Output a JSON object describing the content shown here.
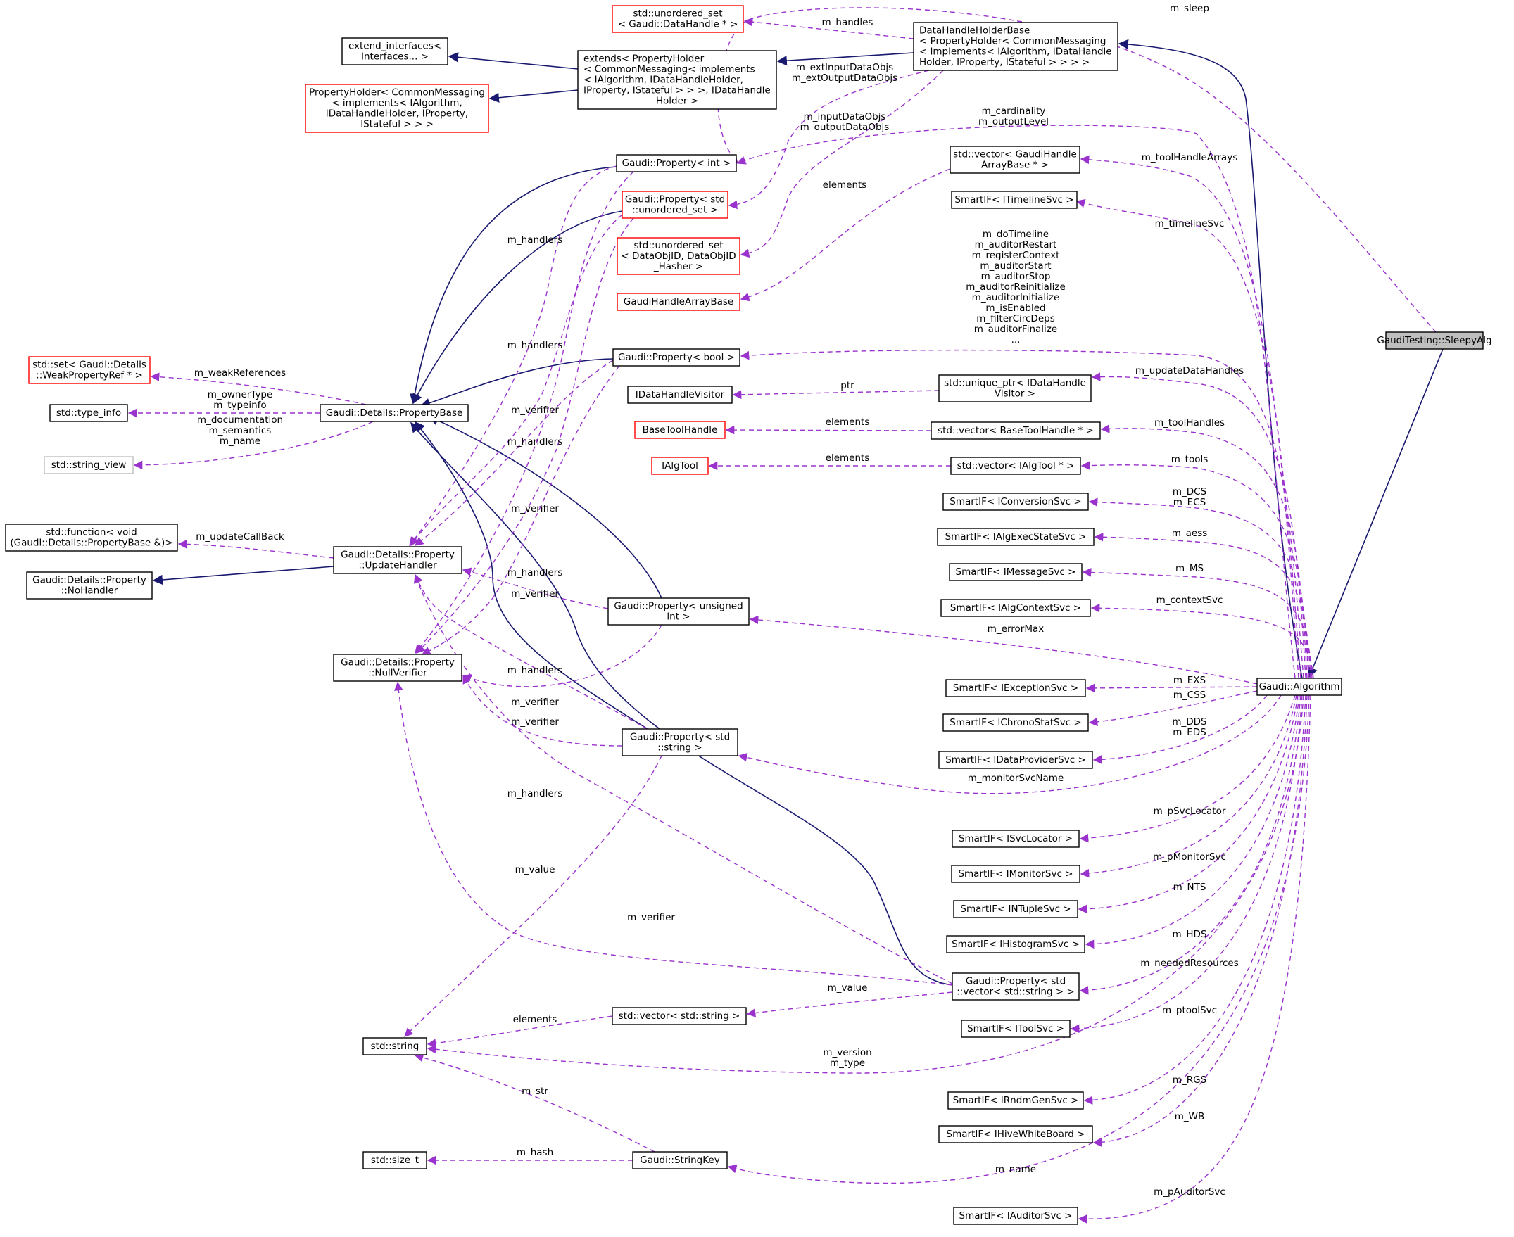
{
  "diagram": {
    "title": "",
    "colors": {
      "inheritance": "#191970",
      "usage": "#9a32cd",
      "focus_fill": "#bfbfbf",
      "incomplete_border": "#ff0000",
      "external_border": "#bfbfbf"
    },
    "nodes": {
      "sleepy": [
        "GaudiTesting::SleepyAlg"
      ],
      "algorithm": [
        "Gaudi::Algorithm"
      ],
      "dhhb": [
        "DataHandleHolderBase",
        "< PropertyHolder< CommonMessaging",
        "< implements< IAlgorithm, IDataHandle",
        "Holder, IProperty, IStateful > > > >"
      ],
      "extends": [
        "extends< PropertyHolder",
        "< CommonMessaging< implements",
        "< IAlgorithm, IDataHandleHolder,",
        "IProperty, IStateful > > >, IDataHandle",
        "Holder >"
      ],
      "ext_ifaces": [
        "extend_interfaces<",
        "Interfaces... >"
      ],
      "propholder": [
        "PropertyHolder< CommonMessaging",
        "< implements< IAlgorithm,",
        "IDataHandleHolder, IProperty,",
        "IStateful > > >"
      ],
      "uset_dh": [
        "std::unordered_set",
        "< Gaudi::DataHandle * >"
      ],
      "prop_int": [
        "Gaudi::Property< int >"
      ],
      "prop_uset": [
        "Gaudi::Property< std",
        "::unordered_set >"
      ],
      "uset_objid": [
        "std::unordered_set",
        "< DataObjID, DataObjID",
        "_Hasher >"
      ],
      "gh_arraybase": [
        "GaudiHandleArrayBase"
      ],
      "vec_ghab": [
        "std::vector< GaudiHandle",
        "ArrayBase * >"
      ],
      "sif_timeline": [
        "SmartIF< ITimelineSvc >"
      ],
      "prop_bool": [
        "Gaudi::Property< bool >"
      ],
      "set_weak": [
        "std::set< Gaudi::Details",
        "::WeakPropertyRef * >"
      ],
      "type_info": [
        "std::type_info"
      ],
      "propbase": [
        "Gaudi::Details::PropertyBase"
      ],
      "string_view": [
        "std::string_view"
      ],
      "idh_visitor": [
        "IDataHandleVisitor"
      ],
      "uptr_visitor": [
        "std::unique_ptr< IDataHandle",
        "Visitor >"
      ],
      "basetoolhandle": [
        "BaseToolHandle"
      ],
      "vec_btool": [
        "std::vector< BaseToolHandle * >"
      ],
      "ialgtool": [
        "IAlgTool"
      ],
      "vec_ialgtool": [
        "std::vector< IAlgTool * >"
      ],
      "std_function": [
        "std::function< void",
        "(Gaudi::Details::PropertyBase &)>"
      ],
      "updatehandler": [
        "Gaudi::Details::Property",
        "::UpdateHandler"
      ],
      "nohandler": [
        "Gaudi::Details::Property",
        "::NoHandler"
      ],
      "sif_conv": [
        "SmartIF< IConversionSvc >"
      ],
      "sif_aess": [
        "SmartIF< IAlgExecStateSvc >"
      ],
      "sif_msg": [
        "SmartIF< IMessageSvc >"
      ],
      "sif_actx": [
        "SmartIF< IAlgContextSvc >"
      ],
      "prop_uint": [
        "Gaudi::Property< unsigned",
        "int >"
      ],
      "nullverifier": [
        "Gaudi::Details::Property",
        "::NullVerifier"
      ],
      "sif_exc": [
        "SmartIF< IExceptionSvc >"
      ],
      "sif_chrono": [
        "SmartIF< IChronoStatSvc >"
      ],
      "prop_string": [
        "Gaudi::Property< std",
        "::string >"
      ],
      "sif_dp": [
        "SmartIF< IDataProviderSvc >"
      ],
      "sif_svcloc": [
        "SmartIF< ISvcLocator >"
      ],
      "sif_mon": [
        "SmartIF< IMonitorSvc >"
      ],
      "sif_ntuple": [
        "SmartIF< INTupleSvc >"
      ],
      "sif_histo": [
        "SmartIF< IHistogramSvc >"
      ],
      "prop_vecstr": [
        "Gaudi::Property< std",
        "::vector< std::string > >"
      ],
      "vec_string": [
        "std::vector< std::string >"
      ],
      "std_string": [
        "std::string"
      ],
      "sif_tool": [
        "SmartIF< IToolSvc >"
      ],
      "sif_rndm": [
        "SmartIF< IRndmGenSvc >"
      ],
      "sif_hive": [
        "SmartIF< IHiveWhiteBoard >"
      ],
      "size_t": [
        "std::size_t"
      ],
      "stringkey": [
        "Gaudi::StringKey"
      ],
      "sif_auditor": [
        "SmartIF< IAuditorSvc >"
      ]
    },
    "edge_labels": {
      "m_sleep": [
        "m_sleep"
      ],
      "m_handles": [
        "m_handles"
      ],
      "m_extData": [
        "m_extInputDataObjs",
        "m_extOutputDataObjs"
      ],
      "m_inputData": [
        "m_inputDataObjs",
        "m_outputDataObjs"
      ],
      "m_cardinality": [
        "m_cardinality",
        "m_outputLevel"
      ],
      "m_toolHandleArrays": [
        "m_toolHandleArrays"
      ],
      "elements_ghab": [
        "elements"
      ],
      "m_timelineSvc": [
        "m_timelineSvc"
      ],
      "bool_members": [
        "m_doTimeline",
        "m_auditorRestart",
        "m_registerContext",
        "m_auditorStart",
        "m_auditorStop",
        "m_auditorReinitialize",
        "m_auditorInitialize",
        "m_isEnabled",
        "m_filterCircDeps",
        "m_auditorFinalize",
        "..."
      ],
      "m_updateDataHandles": [
        "m_updateDataHandles"
      ],
      "ptr": [
        "ptr"
      ],
      "elements_btool": [
        "elements"
      ],
      "m_toolHandles": [
        "m_toolHandles"
      ],
      "elements_ialgtool": [
        "elements"
      ],
      "m_tools": [
        "m_tools"
      ],
      "m_weakReferences": [
        "m_weakReferences"
      ],
      "m_ownerType": [
        "m_ownerType",
        "m_typeinfo"
      ],
      "m_documentation": [
        "m_documentation",
        "m_semantics",
        "m_name"
      ],
      "m_handlers_1": [
        "m_handlers"
      ],
      "m_handlers_2": [
        "m_handlers"
      ],
      "m_handlers_3": [
        "m_handlers"
      ],
      "m_handlers_4": [
        "m_handlers"
      ],
      "m_handlers_5": [
        "m_handlers"
      ],
      "m_handlers_6": [
        "m_handlers"
      ],
      "m_verifier_1": [
        "m_verifier"
      ],
      "m_verifier_2": [
        "m_verifier"
      ],
      "m_verifier_3": [
        "m_verifier"
      ],
      "m_verifier_4": [
        "m_verifier"
      ],
      "m_verifier_5": [
        "m_verifier"
      ],
      "m_verifier_6": [
        "m_verifier"
      ],
      "m_updateCallBack": [
        "m_updateCallBack"
      ],
      "m_DCS": [
        "m_DCS",
        "m_ECS"
      ],
      "m_aess": [
        "m_aess"
      ],
      "m_MS": [
        "m_MS"
      ],
      "m_contextSvc": [
        "m_contextSvc"
      ],
      "m_errorMax": [
        "m_errorMax"
      ],
      "m_EXS": [
        "m_EXS"
      ],
      "m_CSS": [
        "m_CSS"
      ],
      "m_DDS": [
        "m_DDS",
        "m_EDS"
      ],
      "m_monitorSvcName": [
        "m_monitorSvcName"
      ],
      "m_pSvcLocator": [
        "m_pSvcLocator"
      ],
      "m_pMonitorSvc": [
        "m_pMonitorSvc"
      ],
      "m_NTS": [
        "m_NTS"
      ],
      "m_HDS": [
        "m_HDS"
      ],
      "m_neededResources": [
        "m_neededResources"
      ],
      "m_value_vec": [
        "m_value"
      ],
      "m_value_str": [
        "m_value"
      ],
      "elements_str": [
        "elements"
      ],
      "m_ptoolSvc": [
        "m_ptoolSvc"
      ],
      "m_version": [
        "m_version",
        "m_type"
      ],
      "m_RGS": [
        "m_RGS"
      ],
      "m_WB": [
        "m_WB"
      ],
      "m_str": [
        "m_str"
      ],
      "m_hash": [
        "m_hash"
      ],
      "m_name": [
        "m_name"
      ],
      "m_pAuditorSvc": [
        "m_pAuditorSvc"
      ]
    }
  }
}
